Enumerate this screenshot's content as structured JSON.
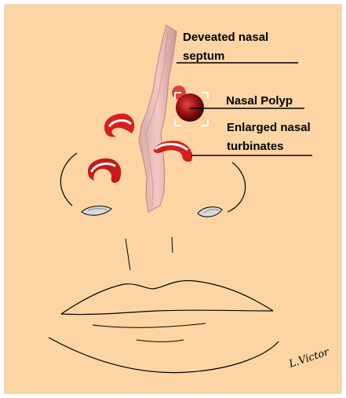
{
  "colors": {
    "background": "#FDD5A4",
    "outline": "#000000",
    "septum": "#E8B9B5",
    "turbinate": "#D42020",
    "polyp": "#8B0E0E"
  },
  "labels": {
    "septum_line1": "Deveated nasal",
    "septum_line2": "septum",
    "polyp": "Nasal Polyp",
    "turbinates_line1": "Enlarged nasal",
    "turbinates_line2": "turbinates"
  },
  "signature": "L.Victor"
}
